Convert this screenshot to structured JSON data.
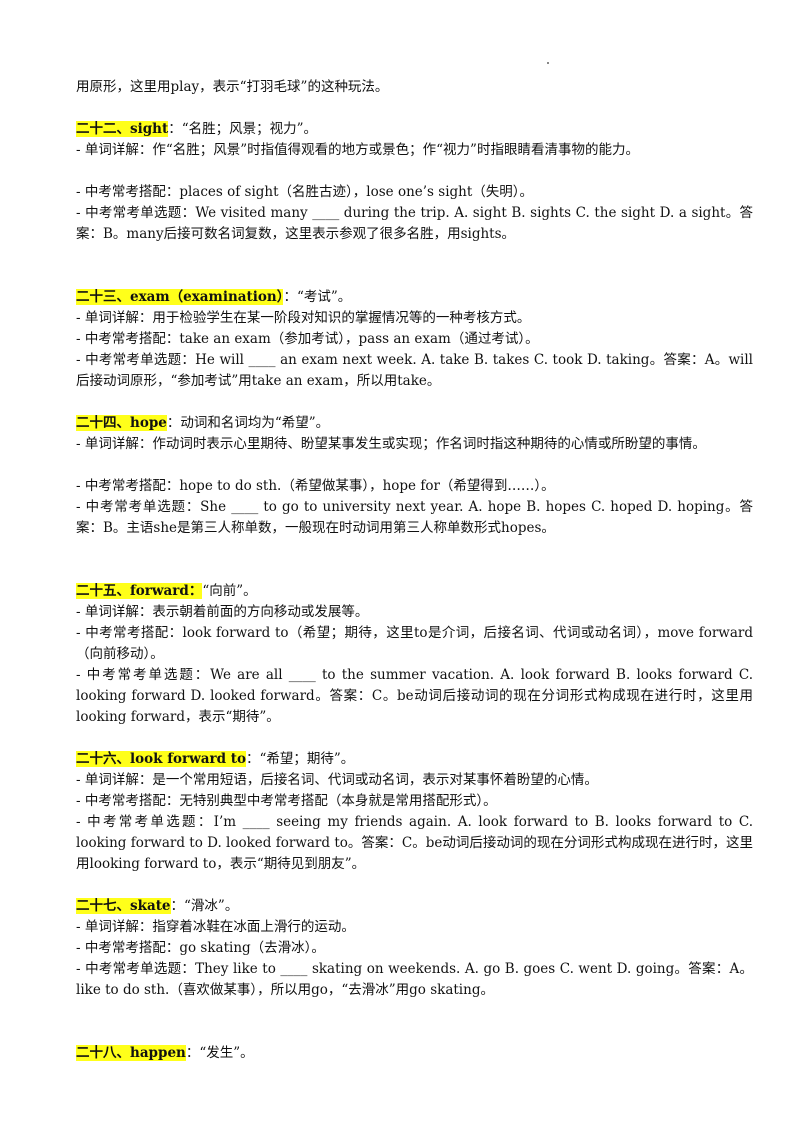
{
  "intro": "用原形，这里用play，表示“打羽毛球”的这种玩法。",
  "entries": [
    {
      "label": "二十二、sight",
      "meaning": "：“名胜；风景；视力”。",
      "detail": "- 单词详解：作“名胜；风景”时指值得观看的地方或景色；作“视力”时指眼睛看清事物的能力。",
      "collocation": "- 中考常考搭配：places of sight（名胜古迹），lose one’s sight（失明）。",
      "question": "- 中考常考单选题：We visited many ____ during the trip. A. sight  B. sights  C. the sight  D. a sight。答案：B。many后接可数名词复数，这里表示参观了很多名胜，用sights。"
    },
    {
      "label": "二十三、exam（examination）",
      "meaning": "：“考试”。",
      "detail": "- 单词详解：用于检验学生在某一阶段对知识的掌握情况等的一种考核方式。",
      "collocation": "- 中考常考搭配：take an exam（参加考试），pass an exam（通过考试）。",
      "question": "- 中考常考单选题：He will ____ an exam next week. A. take  B. takes  C. took  D. taking。答案：A。will后接动词原形，“参加考试”用take an exam，所以用take。"
    },
    {
      "label": "二十四、hope",
      "meaning": "：动词和名词均为“希望”。",
      "detail": "- 单词详解：作动词时表示心里期待、盼望某事发生或实现；作名词时指这种期待的心情或所盼望的事情。",
      "collocation": "- 中考常考搭配：hope to do sth.（希望做某事），hope for（希望得到……）。",
      "question": "- 中考常考单选题：She ____ to go to university next year. A. hope  B. hopes  C. hoped  D. hoping。答案：B。主语she是第三人称单数，一般现在时动词用第三人称单数形式hopes。"
    },
    {
      "label": "二十五、forward：",
      "meaning": "“向前”。",
      "detail": "- 单词详解：表示朝着前面的方向移动或发展等。",
      "collocation": "- 中考常考搭配：look forward to（希望；期待，这里to是介词，后接名词、代词或动名词），move forward（向前移动）。",
      "question": "- 中考常考单选题：We are all ____ to the summer vacation. A. look forward  B. looks forward  C. looking forward  D. looked forward。答案：C。be动词后接动词的现在分词形式构成现在进行时，这里用looking forward，表示“期待”。"
    },
    {
      "label": "二十六、look forward to",
      "meaning": "：“希望；期待”。",
      "detail": "- 单词详解：是一个常用短语，后接名词、代词或动名词，表示对某事怀着盼望的心情。",
      "collocation": "- 中考常考搭配：无特别典型中考常考搭配（本身就是常用搭配形式）。",
      "question": "- 中考常考单选题：I’m ____ seeing my friends again. A. look forward to  B. looks forward to  C. looking forward to  D. looked forward to。答案：C。be动词后接动词的现在分词形式构成现在进行时，这里用looking forward to，表示“期待见到朋友”。"
    },
    {
      "label": "二十七、skate",
      "meaning": "：“滑冰”。",
      "detail": "- 单词详解：指穿着冰鞋在冰面上滑行的运动。",
      "collocation": "- 中考常考搭配：go skating（去滑冰）。",
      "question": "- 中考常考单选题：They like to ____ skating on weekends. A. go  B. goes  C. went  D. going。答案：A。like to do sth.（喜欢做某事），所以用go，“去滑冰”用go skating。"
    },
    {
      "label": "二十八、happen",
      "meaning": "：“发生”。"
    }
  ]
}
